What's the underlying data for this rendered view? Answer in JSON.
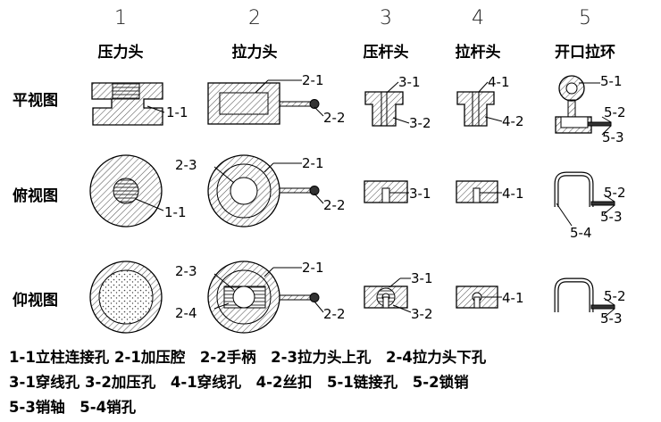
{
  "columns": [
    {
      "number": "1",
      "title": "压力头"
    },
    {
      "number": "2",
      "title": "拉力头"
    },
    {
      "number": "3",
      "title": "压杆头"
    },
    {
      "number": "4",
      "title": "拉杆头"
    },
    {
      "number": "5",
      "title": "开口拉环"
    }
  ],
  "rows": [
    {
      "label": "平视图"
    },
    {
      "label": "俯视图"
    },
    {
      "label": "仰视图"
    }
  ],
  "callouts": {
    "c1_1": "1-1",
    "c2_1": "2-1",
    "c2_2": "2-2",
    "c2_3": "2-3",
    "c2_4": "2-4",
    "c3_1": "3-1",
    "c3_2": "3-2",
    "c4_1": "4-1",
    "c4_2": "4-2",
    "c5_1": "5-1",
    "c5_2": "5-2",
    "c5_3": "5-3",
    "c5_4": "5-4"
  },
  "legend": [
    "1-1立柱连接孔 2-1加压腔　2-2手柄　2-3拉力头上孔　2-4拉力头下孔",
    "3-1穿线孔 3-2加压孔　4-1穿线孔　4-2丝扣　5-1链接孔　5-2锁销",
    "5-3销轴　5-4销孔"
  ]
}
